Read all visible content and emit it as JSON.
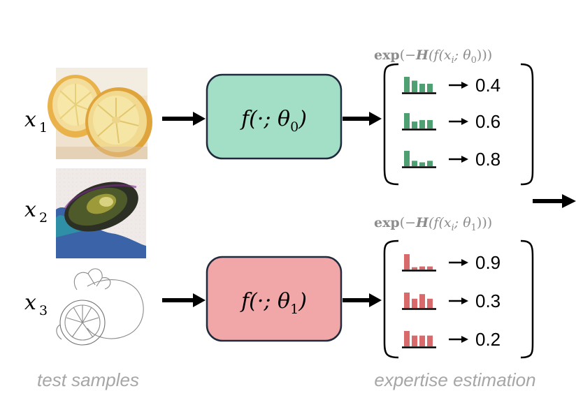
{
  "samples": [
    {
      "name": "x",
      "sub": "1",
      "image": "lemon-halves-photo"
    },
    {
      "name": "x",
      "sub": "2",
      "image": "lemon-painting"
    },
    {
      "name": "x",
      "sub": "3",
      "image": "lemon-sketch"
    }
  ],
  "models": [
    {
      "label_pre": "f(·; θ",
      "label_sub": "0",
      "label_post": ")",
      "fill": "#a2dfc6",
      "bar_color": "#4e9f71",
      "formula": {
        "exp": "exp",
        "pre": "(−",
        "H": "H",
        "mid": "(f(x",
        "i": "i",
        "mid2": "; θ",
        "sub": "0",
        "post": ")))"
      },
      "entries": [
        {
          "value": "0.4",
          "bars": [
            1.0,
            0.75,
            0.55,
            0.55
          ]
        },
        {
          "value": "0.6",
          "bars": [
            1.0,
            0.45,
            0.55,
            0.55
          ]
        },
        {
          "value": "0.8",
          "bars": [
            1.0,
            0.35,
            0.25,
            0.35
          ]
        }
      ]
    },
    {
      "label_pre": "f(·; θ",
      "label_sub": "1",
      "label_post": ")",
      "fill": "#f1a6a8",
      "bar_color": "#d96a6c",
      "formula": {
        "exp": "exp",
        "pre": "(−",
        "H": "H",
        "mid": "(f(x",
        "i": "i",
        "mid2": "; θ",
        "sub": "1",
        "post": ")))"
      },
      "entries": [
        {
          "value": "0.9",
          "bars": [
            1.0,
            0.15,
            0.2,
            0.2
          ]
        },
        {
          "value": "0.3",
          "bars": [
            1.0,
            0.6,
            0.9,
            0.6
          ]
        },
        {
          "value": "0.2",
          "bars": [
            1.0,
            0.7,
            0.7,
            0.7
          ]
        }
      ]
    }
  ],
  "captions": {
    "left": "test samples",
    "right": "expertise estimation"
  }
}
